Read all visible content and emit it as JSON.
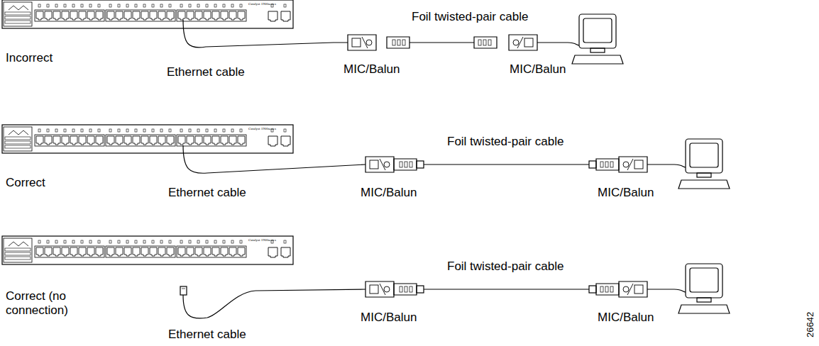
{
  "diagram": {
    "labels": [
      "Incorrect",
      "Ethernet cable",
      "Foil twisted-pair cable",
      "MIC/Balun",
      "MIC/Balun",
      "Catalyst 1900series",
      "Correct",
      "Ethernet cable",
      "Foil twisted-pair cable",
      "MIC/Balun",
      "MIC/Balun",
      "Catalyst 1900series",
      "Correct (no connection)",
      "Ethernet cable",
      "Foil twisted-pair cable",
      "MIC/Balun",
      "MIC/Balun",
      "Catalyst 1900series",
      "26642"
    ]
  }
}
